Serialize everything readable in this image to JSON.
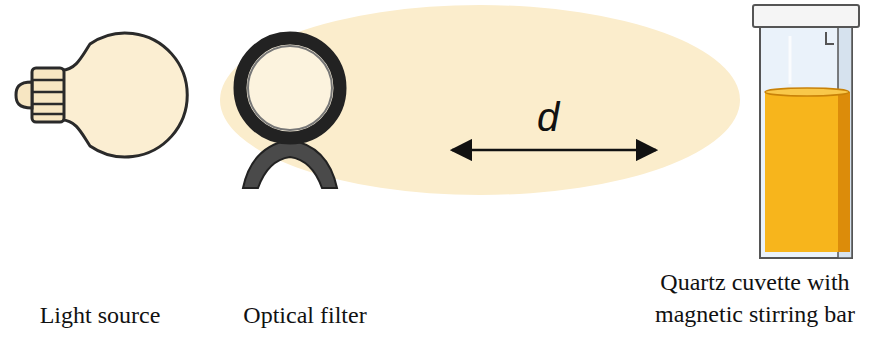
{
  "diagram": {
    "labels": [
      "d",
      "Light source",
      "Optical filter",
      "Quartz cuvette with magnetic stirring bar"
    ]
  }
}
